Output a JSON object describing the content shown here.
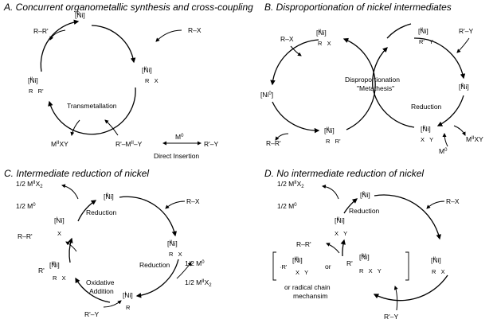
{
  "panels": {
    "a": {
      "title": "A. Concurrent organometallic synthesis and cross-coupling",
      "ni0": "[Ni]",
      "ni0_sup": "0",
      "rx": "R–X",
      "rr": "R–R'",
      "ni_top": "[Ni]",
      "ni_top_sup": "II",
      "ni_top_sub": "R   X",
      "ni_left": "[Ni]",
      "ni_left_sup": "II",
      "ni_left_sub": "R   R'",
      "transmetallation": "Transmetallation",
      "mxy": "M",
      "mxy_sup": "II",
      "mxy_tail": "XY",
      "rmy": "R'–M",
      "rmy_sup": "II",
      "rmy_tail": "–Y",
      "m0": "M",
      "m0_sup": "0",
      "ry": "R'–Y",
      "direct_insertion": "Direct Insertion"
    },
    "b": {
      "title": "B. Disproportionation of nickel intermediates",
      "rx": "R–X",
      "ni_rx": "[Ni]",
      "ni_rx_sup": "II",
      "ni_rx_sub": "R   X",
      "ni_ry": "[Ni]",
      "ni_ry_sup": "II",
      "ni_ry_sub": "R'   Y",
      "ry": "R'–Y",
      "ni0_left": "[Ni",
      "ni0_left_sup": "0",
      "ni0_left_tail": "]",
      "ni0_right": "[Ni]",
      "ni0_right_sup": "0",
      "center_1": "Disproportionation",
      "center_2": "\"Metathesis\"",
      "reduction": "Reduction",
      "rr": "R–R'",
      "ni_rr": "[Ni]",
      "ni_rr_sup": "II",
      "ni_rr_sub": "R   R'",
      "ni_xy": "[Ni]",
      "ni_xy_sup": "II",
      "ni_xy_sub": "X   Y",
      "mxy": "M",
      "mxy_sup": "II",
      "mxy_tail": "XY",
      "m0": "M",
      "m0_sup": "0"
    },
    "c": {
      "title": "C. Intermediate reduction of nickel",
      "half_mx2": "1/2 M",
      "half_mx2_sup": "II",
      "half_mx2_tail": "X",
      "half_mx2_sub": "2",
      "half_m0": "1/2 M",
      "half_m0_sup": "0",
      "ni0": "[Ni]",
      "ni0_sup": "0",
      "reduction_top": "Reduction",
      "rx": "R–X",
      "ni_i_x": "[Ni]",
      "ni_i_x_sup": "I",
      "ni_i_x_sub": "X",
      "ni_ii": "[Ni]",
      "ni_ii_sup": "II",
      "ni_ii_sub": "R   X",
      "rr": "R–R'",
      "reduction_right": "Reduction",
      "half_m0_r": "1/2 M",
      "half_m0_r_sup": "0",
      "half_mx2_r": "1/2 M",
      "half_mx2_r_sup": "II",
      "half_mx2_r_tail": "X",
      "half_mx2_r_sub": "2",
      "ni_iii": "[Ni]",
      "ni_iii_sup": "III",
      "ni_iii_r": "R'",
      "ni_iii_sub": "R   X",
      "oxadd_1": "Oxidative",
      "oxadd_2": "Addition",
      "ni_i_r": "[Ni]",
      "ni_i_r_sup": "I",
      "ni_i_r_sub": "R",
      "ry": "R'–Y"
    },
    "d": {
      "title": "D. No intermediate reduction of nickel",
      "half_mx2": "1/2 M",
      "half_mx2_sup": "II",
      "half_mx2_tail": "X",
      "half_mx2_sub": "2",
      "half_m0": "1/2 M",
      "half_m0_sup": "0",
      "ni0": "[Ni]",
      "ni0_sup": "0",
      "reduction": "Reduction",
      "rx": "R–X",
      "ni_xy": "[Ni]",
      "ni_xy_sup": "II",
      "ni_xy_sub": "X   Y",
      "rr": "R–R'",
      "ni_ii": "[Ni]",
      "ni_ii_sup": "II",
      "ni_ii_sub": "R   X",
      "ni_iii": "[Ni]",
      "ni_iii_sup": "III",
      "ni_iii_r": "·R'",
      "ni_iii_sub": "X   Y",
      "or": "or",
      "ni_iv": "[Ni]",
      "ni_iv_sup": "IV",
      "ni_iv_r": "R'",
      "ni_iv_sub": "R   X   Y",
      "radical_1": "or radical chain",
      "radical_2": "mechansim",
      "ry": "R'–Y"
    }
  }
}
